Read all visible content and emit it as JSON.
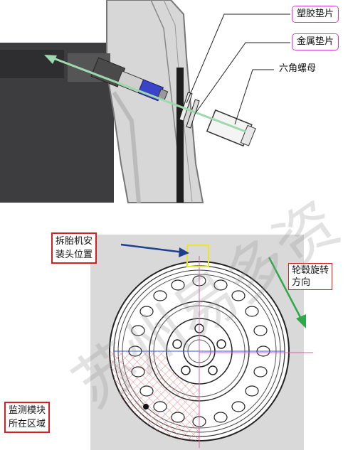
{
  "top_figure": {
    "labels": {
      "plastic_washer": "塑胶垫片",
      "metal_washer": "金属垫片",
      "hex_nut": "六角螺母"
    }
  },
  "bottom_figure": {
    "labels": {
      "tire_changer_position_line1": "拆胎机安",
      "tire_changer_position_line2": "装头位置",
      "rotation_direction_line1": "轮毂旋转",
      "rotation_direction_line2": "方向",
      "monitor_area_line1": "监测模块",
      "monitor_area_line2": "所在区域"
    }
  },
  "watermark": {
    "text": "苏州易多资"
  },
  "colors": {
    "label_box_red": "#d42020",
    "label_box_pink": "#d93bd9",
    "arrow_blue": "#1f3f8f",
    "arrow_green": "#2ea84a",
    "hatch_pink": "#e08080",
    "axis_blue": "#3a56c8",
    "axis_pink": "#e060a0"
  }
}
